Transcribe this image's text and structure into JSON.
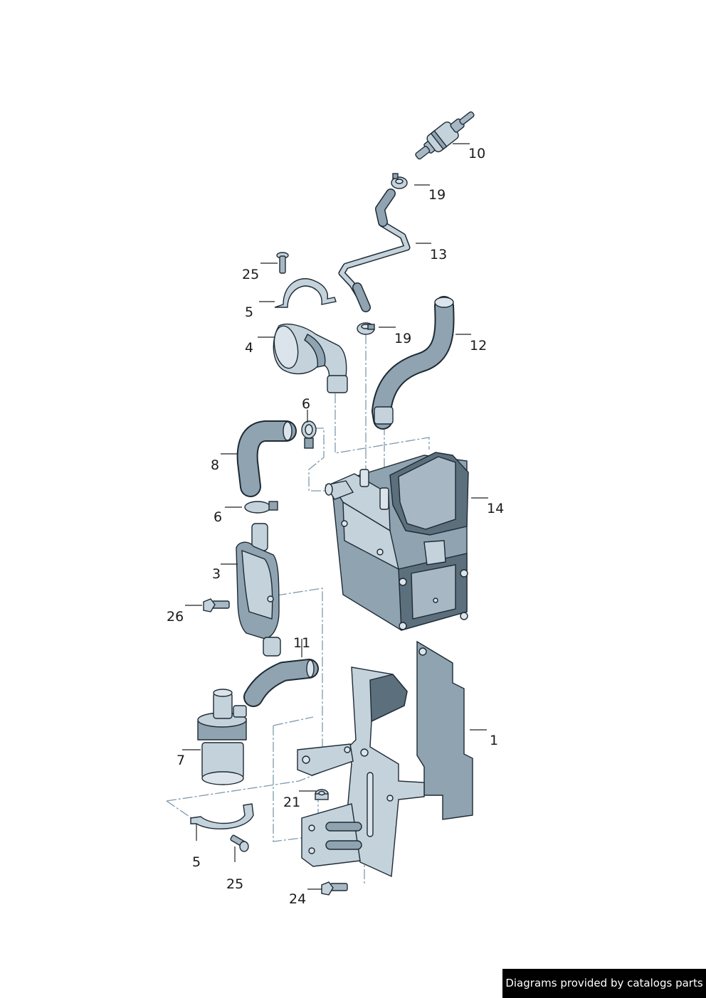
{
  "callouts": [
    {
      "id": "c10",
      "label": "10"
    },
    {
      "id": "c19a",
      "label": "19"
    },
    {
      "id": "c13",
      "label": "13"
    },
    {
      "id": "c25a",
      "label": "25"
    },
    {
      "id": "c5a",
      "label": "5"
    },
    {
      "id": "c19b",
      "label": "19"
    },
    {
      "id": "c12",
      "label": "12"
    },
    {
      "id": "c4",
      "label": "4"
    },
    {
      "id": "c6a",
      "label": "6"
    },
    {
      "id": "c8",
      "label": "8"
    },
    {
      "id": "c14",
      "label": "14"
    },
    {
      "id": "c6b",
      "label": "6"
    },
    {
      "id": "c3",
      "label": "3"
    },
    {
      "id": "c26",
      "label": "26"
    },
    {
      "id": "c11",
      "label": "11"
    },
    {
      "id": "c1",
      "label": "1"
    },
    {
      "id": "c7",
      "label": "7"
    },
    {
      "id": "c21",
      "label": "21"
    },
    {
      "id": "c5b",
      "label": "5"
    },
    {
      "id": "c25b",
      "label": "25"
    },
    {
      "id": "c24",
      "label": "24"
    }
  ],
  "credit": "Diagrams provided by catalogs parts",
  "colors": {
    "part_fill": "#8fa3b1",
    "part_light": "#c4d2dc",
    "outline": "#1e2a33",
    "assembly_line": "#7d9aae"
  }
}
